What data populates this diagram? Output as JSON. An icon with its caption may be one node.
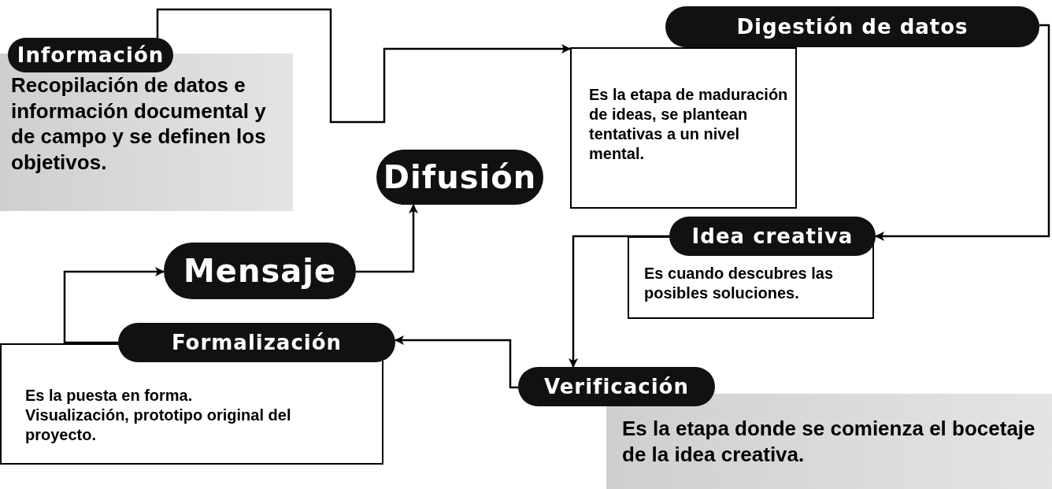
{
  "diagram": {
    "nodes": [
      {
        "text": [
          "Información",
          "Recopilación de datos e información documental y de campo y se definen los objetivos."
        ]
      },
      {
        "text": [
          "Digestión de datos",
          "Es la etapa de maduración de ideas, se plantean tentativas a un nivel mental."
        ]
      },
      {
        "text": [
          "Difusión"
        ]
      },
      {
        "text": [
          "Idea creativa",
          "Es cuando descubres las posibles soluciones."
        ]
      },
      {
        "text": [
          "Mensaje"
        ]
      },
      {
        "text": [
          "Formalización",
          "Es la puesta en forma. Visualización, prototipo original del proyecto."
        ]
      },
      {
        "text": [
          "Verificación",
          "Es la etapa donde se comienza el bocetaje de la idea creativa."
        ]
      }
    ],
    "edges": [
      {
        "from": 0,
        "to": 1,
        "arrow": "to"
      },
      {
        "from": 1,
        "to": 3,
        "arrow": "to"
      },
      {
        "from": 3,
        "to": 6,
        "arrow": "to"
      },
      {
        "from": 6,
        "to": 5,
        "arrow": "to"
      },
      {
        "from": 5,
        "to": 4,
        "arrow": "to"
      },
      {
        "from": 4,
        "to": 2,
        "arrow": "to"
      }
    ]
  }
}
